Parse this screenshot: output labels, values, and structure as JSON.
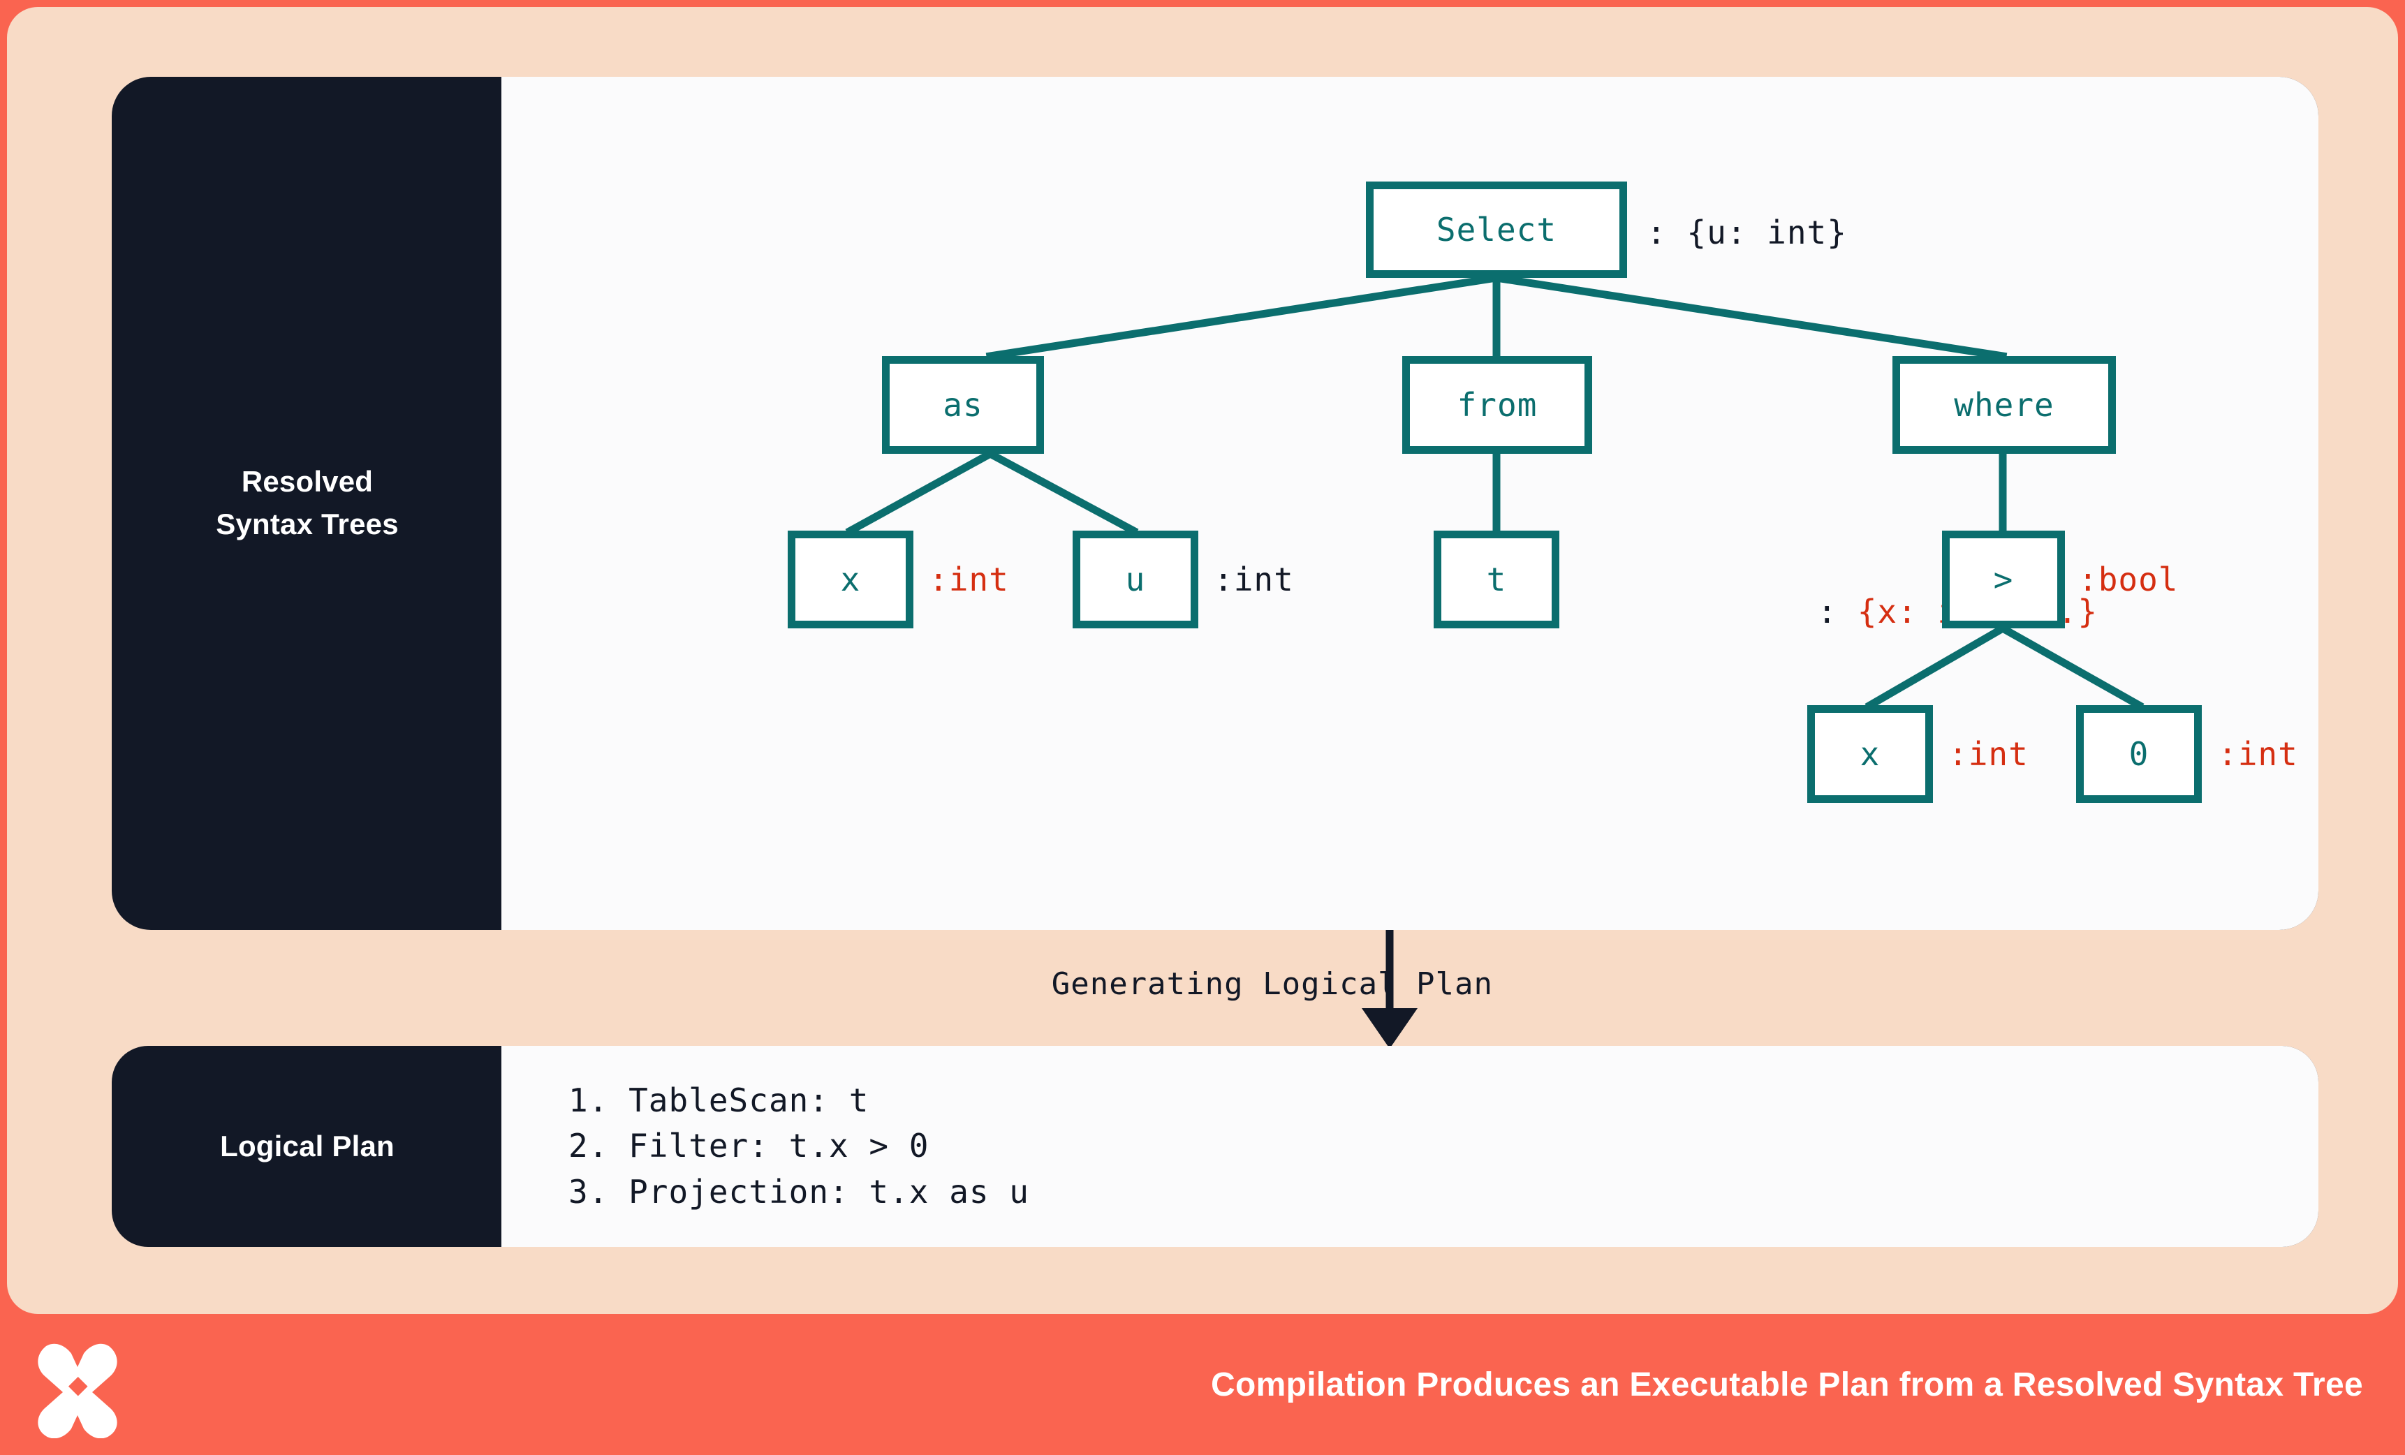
{
  "theme": {
    "frame_orange": "#FA6450",
    "canvas_peach": "#F8DBC6",
    "card_dark": "#121826",
    "panel_white": "#FBFBFC",
    "node_teal": "#0B6E6E",
    "annotation_red": "#D52E11",
    "annotation_dark": "#121826"
  },
  "sections": {
    "rst": {
      "label_line1": "Resolved",
      "label_line2": "Syntax Trees"
    },
    "transition": {
      "label": "Generating Logical Plan"
    },
    "logical_plan": {
      "label": "Logical Plan"
    }
  },
  "tree": {
    "nodes": [
      {
        "id": "select",
        "text": "Select",
        "annotation": ": {u: int}",
        "annotation_color": "dark"
      },
      {
        "id": "as",
        "text": "as",
        "annotation": "",
        "annotation_color": "dark"
      },
      {
        "id": "from",
        "text": "from",
        "annotation": "",
        "annotation_color": "dark"
      },
      {
        "id": "where",
        "text": "where",
        "annotation": "",
        "annotation_color": "dark"
      },
      {
        "id": "as-x",
        "text": "x",
        "annotation": ":int",
        "annotation_color": "red"
      },
      {
        "id": "as-u",
        "text": "u",
        "annotation": ":int",
        "annotation_color": "dark"
      },
      {
        "id": "from-t",
        "text": "t",
        "annotation": ": {x: int,...}",
        "annotation_color": "mixed"
      },
      {
        "id": "gt",
        "text": ">",
        "annotation": ":bool",
        "annotation_color": "red"
      },
      {
        "id": "gt-x",
        "text": "x",
        "annotation": ":int",
        "annotation_color": "red"
      },
      {
        "id": "gt-0",
        "text": "0",
        "annotation": ":int",
        "annotation_color": "red"
      }
    ],
    "edges": [
      {
        "from": "select",
        "to": "as"
      },
      {
        "from": "select",
        "to": "from"
      },
      {
        "from": "select",
        "to": "where"
      },
      {
        "from": "as",
        "to": "as-x"
      },
      {
        "from": "as",
        "to": "as-u"
      },
      {
        "from": "from",
        "to": "from-t"
      },
      {
        "from": "where",
        "to": "gt"
      },
      {
        "from": "gt",
        "to": "gt-x"
      },
      {
        "from": "gt",
        "to": "gt-0"
      }
    ]
  },
  "logical_plan_steps": [
    "1. TableScan: t",
    "2. Filter: t.x > 0",
    "3. Projection: t.x as u"
  ],
  "footer": {
    "caption": "Compilation Produces an Executable Plan from a Resolved Syntax Tree",
    "logo_name": "butterfly-x-logo"
  }
}
